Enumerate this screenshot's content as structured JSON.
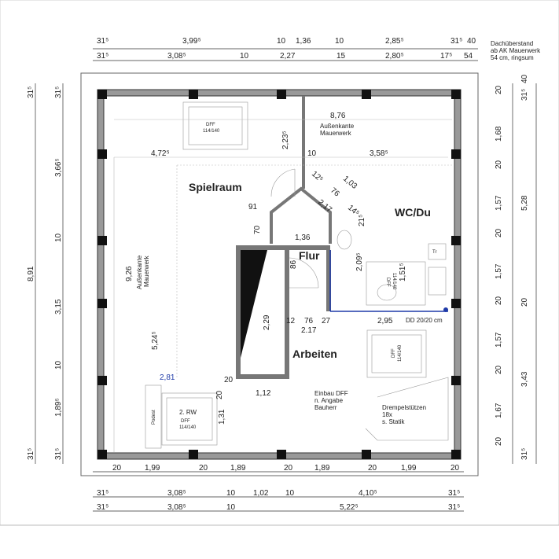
{
  "header": {
    "top_row1": [
      "31⁵",
      "3,99⁵",
      "10",
      "1,36",
      "10",
      "2,85⁵",
      "31⁵",
      "40"
    ],
    "top_row2": [
      "31⁵",
      "3,08⁵",
      "10",
      "2,27",
      "15",
      "2,80⁵",
      "17⁵",
      "54"
    ],
    "overhang_note": [
      "Dachüberstand",
      "ab AK Mauerwerk",
      "54 cm, ringsum"
    ]
  },
  "left_dims": {
    "outer": [
      "31⁵",
      "8,91",
      "31⁵"
    ],
    "inner": [
      "31⁵",
      "3,66⁵",
      "10",
      "3,15",
      "10",
      "1,89⁵",
      "31⁵"
    ]
  },
  "right_dims": {
    "inner": [
      "20",
      "1,68",
      "20",
      "1,57",
      "20",
      "1,57",
      "20",
      "1,57",
      "20",
      "1,67",
      "20"
    ],
    "outer": [
      "31⁵",
      "40",
      "5,28",
      "20",
      "3,43",
      "31⁵"
    ]
  },
  "bottom": {
    "inner_row": [
      "20",
      "1,99",
      "20",
      "1,89",
      "20",
      "1,89",
      "20",
      "1,99",
      "20"
    ],
    "row1": [
      "31⁵",
      "3,08⁵",
      "10",
      "1,02",
      "10",
      "4,10⁵",
      "31⁵"
    ],
    "row2": [
      "31⁵",
      "3,08⁵",
      "10",
      "5,22⁵",
      "31⁵"
    ]
  },
  "rooms": {
    "spielraum": "Spielraum",
    "wc": "WC/Du",
    "flur": "Flur",
    "arbeiten": "Arbeiten"
  },
  "interior_dims": {
    "d876": "8,76",
    "aussenkante_h": [
      "Außenkante",
      "Mauerwerk"
    ],
    "d2235": "2,23⁵",
    "d4725": "4,72⁵",
    "d10": "10",
    "d3585": "3,58⁵",
    "d125": "12⁵",
    "d103": "1,03",
    "d76a": "76",
    "d217a": "2,17",
    "d145": "14⁵",
    "d215": "21⁵",
    "d91": "91",
    "d70": "70",
    "d136": "1,36",
    "d86": "86",
    "d2095": "2,09⁵",
    "d1515": "1,51⁵",
    "d926": "9,26",
    "aussenkante_v": [
      "Außenkante",
      "Mauerwerk"
    ],
    "d5245": "5,24⁵",
    "d229": "2,29",
    "d12": "12",
    "d76b": "76",
    "d27": "27",
    "d217b": "2.17",
    "d295": "2,95",
    "dd": "DD 20/20 cm",
    "d281": "2,81",
    "d20a": "20",
    "d20b": "20",
    "d112": "1,12",
    "d131": "1,31"
  },
  "notes": {
    "dff_top": [
      "DFF",
      "114/140"
    ],
    "dff_wc": [
      "DFF",
      "114/140"
    ],
    "dff_arbeiten": [
      "DFF",
      "114/140"
    ],
    "rw": [
      "2. RW",
      "DFF",
      "114/140"
    ],
    "podest": "Podest",
    "tr": "Tr",
    "einbau": [
      "Einbau DFF",
      "n. Angabe",
      "Bauherr"
    ],
    "drempel": [
      "Drempelstützen",
      "18x",
      "s. Statik"
    ]
  }
}
